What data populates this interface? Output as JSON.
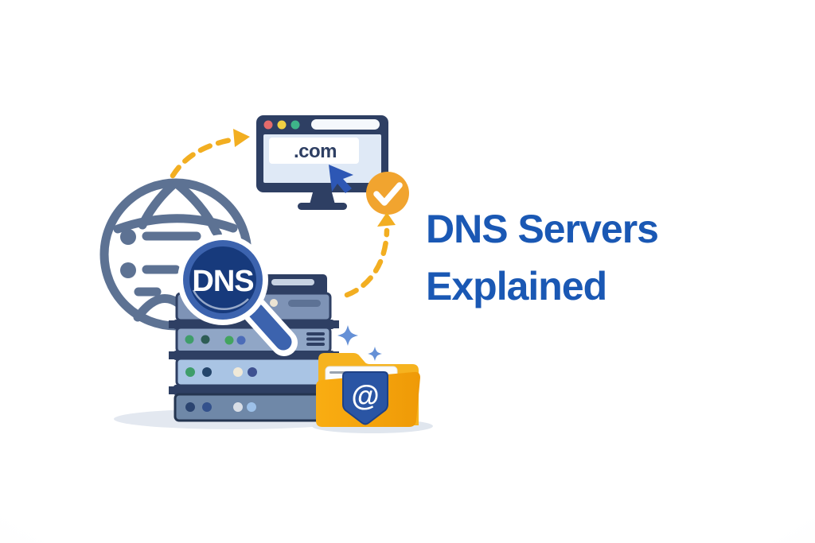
{
  "title": {
    "line1": "DNS Servers",
    "line2": "Explained",
    "color": "#1a58b4"
  },
  "browser": {
    "domain_text": ".com",
    "traffic_lights": [
      "#e56b6b",
      "#f0d043",
      "#3eb489"
    ],
    "frame_color": "#2e3f63",
    "screen_color": "#dfe9f6"
  },
  "magnifier": {
    "label": "DNS",
    "lens_color": "#173a7c",
    "ring_color": "#3c63ae"
  },
  "folder": {
    "badge_symbol": "@",
    "folder_color": "#f6b31f",
    "shield_color": "#2a55a4"
  },
  "status": {
    "check_color": "#f1a42f"
  },
  "arrows": {
    "color": "#f2ae21",
    "style": "dashed"
  },
  "globe": {
    "color": "#5d7293"
  },
  "servers": {
    "outline_color": "#2e3f63",
    "unit_colors": [
      "#2e3f63",
      "#7e93b6",
      "#90a6c6",
      "#a9c4e4",
      "#6f88a8"
    ],
    "led_colors": [
      "#3f9d6a",
      "#2e5d55",
      "#43a45f",
      "#4c6cb8",
      "#24456b",
      "#f0e9d8",
      "#3e5191",
      "#2b4470",
      "#33518c",
      "#d9dee6",
      "#9dc1e9"
    ]
  },
  "sparkles": {
    "color": "#6590d6"
  },
  "illustration_icons": [
    "globe-icon",
    "dashed-arrow-icon",
    "browser-monitor-icon",
    "cursor-icon",
    "checkmark-badge-icon",
    "server-stack-icon",
    "dns-magnifier-icon",
    "domain-folder-icon",
    "at-shield-icon",
    "sparkle-icon"
  ]
}
